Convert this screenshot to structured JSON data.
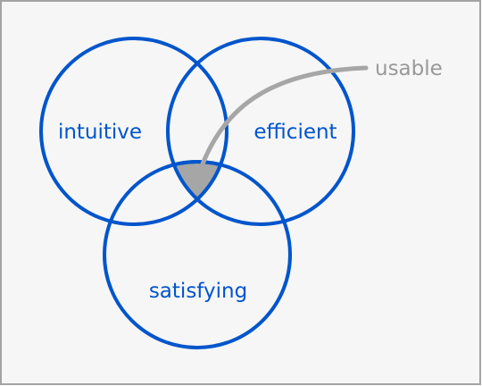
{
  "diagram": {
    "sets": [
      {
        "id": "intuitive",
        "label": "intuitive"
      },
      {
        "id": "efficient",
        "label": "efficient"
      },
      {
        "id": "satisfying",
        "label": "satisfying"
      }
    ],
    "intersection": {
      "label": "usable"
    }
  },
  "colors": {
    "background": "#f6f6f6",
    "frame": "#a3a3a3",
    "circle_stroke": "#0055cc",
    "label_text": "#0055cc",
    "intersection_fill": "#a6a6a6",
    "intersection_stroke": "#0055cc",
    "pointer": "#a6a6a6",
    "intersection_label_text": "#999999"
  }
}
